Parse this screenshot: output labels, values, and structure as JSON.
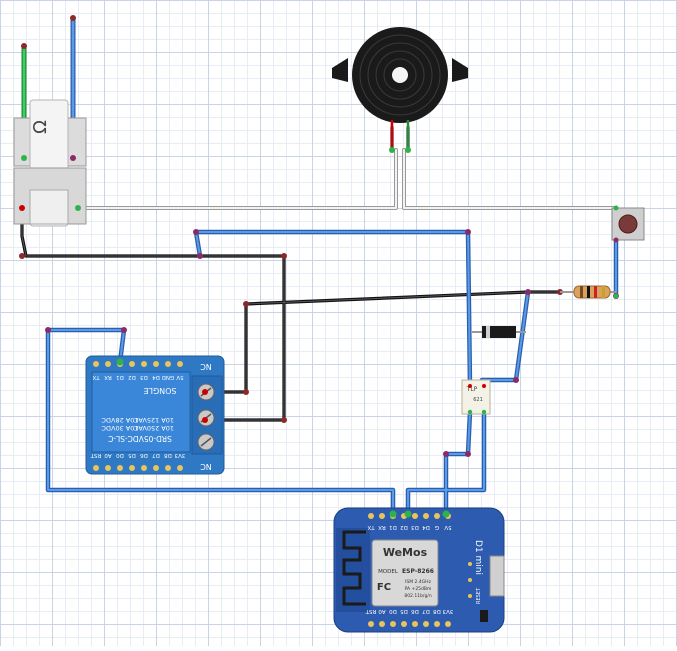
{
  "relay_module": {
    "part_number": "SRD-05VDC-SL-C",
    "ratings": [
      "10A 250VAC",
      "10A 30VDC",
      "10A 125VAC",
      "10A 28VDC"
    ],
    "brand": "SONGLE",
    "terminals": {
      "nc_top": "NC",
      "nc_bottom": "NC"
    },
    "top_pins": [
      "TX",
      "RX",
      "D1",
      "D2",
      "D3",
      "D4",
      "GND",
      "5V"
    ],
    "bottom_pins": [
      "RST",
      "A0",
      "D0",
      "D5",
      "D6",
      "D7",
      "D8",
      "3V3"
    ]
  },
  "optocoupler": {
    "label_top": "TLP",
    "label_bottom": "621"
  },
  "wemos": {
    "model_line": "MODEL",
    "chip": "ESP-8266",
    "specs": [
      "ISM 2.4GHz",
      "PA +25dBm",
      "802.11b/g/n"
    ],
    "logo": "WeMos",
    "board_name": "D1 mini",
    "reset_label": "RESET",
    "top_pins": [
      "TX",
      "RX",
      "D1",
      "D2",
      "D3",
      "D4",
      "G",
      "5V"
    ],
    "bottom_pins": [
      "RST",
      "A0",
      "D0",
      "D5",
      "D6",
      "D7",
      "D8",
      "3V3"
    ]
  },
  "colors": {
    "wire_blue": "#3d7fd4",
    "wire_black": "#222222",
    "wire_white": "#e6e6e6",
    "wire_green": "#2db34a",
    "relay_board": "#2f78c4",
    "wemos_board": "#2d5bb0"
  }
}
